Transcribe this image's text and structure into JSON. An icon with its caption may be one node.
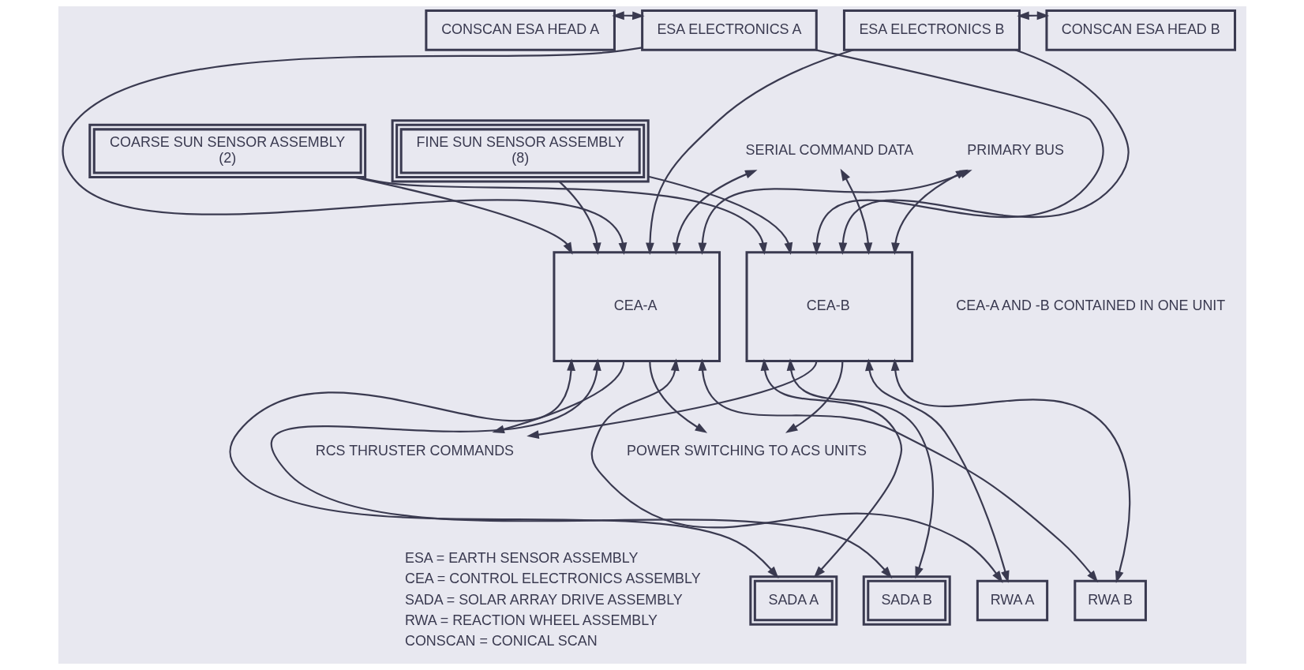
{
  "diagram": {
    "nodes": [
      {
        "text": [
          "COARSE SUN SENSOR ASSEMBLY",
          "(2)"
        ]
      },
      {
        "text": [
          "FINE SUN SENSOR ASSEMBLY",
          "(8)"
        ]
      },
      {
        "text": [
          "CONSCAN ESA HEAD A"
        ]
      },
      {
        "text": [
          "ESA ELECTRONICS A"
        ]
      },
      {
        "text": [
          "ESA ELECTRONICS B"
        ]
      },
      {
        "text": [
          "CONSCAN ESA HEAD B"
        ]
      },
      {
        "text": [
          "SERIAL COMMAND DATA"
        ]
      },
      {
        "text": [
          "PRIMARY BUS"
        ]
      },
      {
        "text": [
          "CEA-A"
        ]
      },
      {
        "text": [
          "CEA-B"
        ],
        "beside": [
          "CEA-A AND -B CONTAINED IN ONE UNIT"
        ]
      },
      {
        "text": [
          "RCS THRUSTER COMMANDS"
        ]
      },
      {
        "text": [
          "POWER SWITCHING TO ACS UNITS"
        ]
      },
      {
        "text": [
          "SADA A"
        ]
      },
      {
        "text": [
          "SADA B"
        ]
      },
      {
        "text": [
          "RWA A"
        ]
      },
      {
        "text": [
          "RWA B"
        ]
      }
    ],
    "edges": [
      {
        "from": 2,
        "to": 3,
        "arrow": "both"
      },
      {
        "from": 4,
        "to": 5,
        "arrow": "both"
      },
      {
        "from": 0,
        "to": 8,
        "arrow": "to"
      },
      {
        "from": 0,
        "to": 9,
        "arrow": "to"
      },
      {
        "from": 1,
        "to": 8,
        "arrow": "to"
      },
      {
        "from": 1,
        "to": 9,
        "arrow": "to"
      },
      {
        "from": 3,
        "to": 8,
        "arrow": "to"
      },
      {
        "from": 3,
        "to": 9,
        "arrow": "to"
      },
      {
        "from": 4,
        "to": 8,
        "arrow": "to"
      },
      {
        "from": 4,
        "to": 9,
        "arrow": "to"
      },
      {
        "from": 8,
        "to": 6,
        "arrow": "both"
      },
      {
        "from": 9,
        "to": 6,
        "arrow": "both"
      },
      {
        "from": 8,
        "to": 7,
        "arrow": "both"
      },
      {
        "from": 9,
        "to": 7,
        "arrow": "both"
      },
      {
        "from": 8,
        "to": 10,
        "arrow": "to"
      },
      {
        "from": 9,
        "to": 10,
        "arrow": "to"
      },
      {
        "from": 8,
        "to": 11,
        "arrow": "to"
      },
      {
        "from": 9,
        "to": 11,
        "arrow": "to"
      },
      {
        "from": 12,
        "to": 8,
        "arrow": "both"
      },
      {
        "from": 12,
        "to": 9,
        "arrow": "both"
      },
      {
        "from": 13,
        "to": 8,
        "arrow": "both"
      },
      {
        "from": 13,
        "to": 9,
        "arrow": "both"
      },
      {
        "from": 14,
        "to": 8,
        "arrow": "both"
      },
      {
        "from": 14,
        "to": 9,
        "arrow": "both"
      },
      {
        "from": 15,
        "to": 8,
        "arrow": "both"
      },
      {
        "from": 15,
        "to": 9,
        "arrow": "both"
      }
    ],
    "labels": [
      "ESA = EARTH SENSOR ASSEMBLY",
      "CEA = CONTROL ELECTRONICS ASSEMBLY",
      "SADA = SOLAR ARRAY DRIVE ASSEMBLY",
      "RWA = REACTION WHEEL ASSEMBLY",
      "CONSCAN = CONICAL SCAN"
    ]
  }
}
